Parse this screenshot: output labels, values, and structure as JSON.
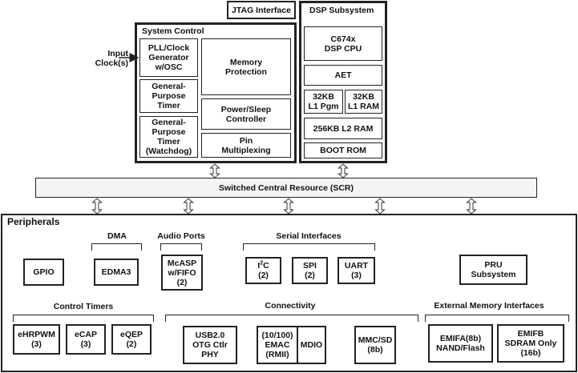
{
  "jtag": "JTAG Interface",
  "system_control": {
    "title": "System Control",
    "pll": "PLL/Clock\nGenerator\nw/OSC",
    "memory_protection": "Memory\nProtection",
    "gp_timer": "General-\nPurpose\nTimer",
    "power_sleep": "Power/Sleep\nController",
    "gp_timer_watchdog": "General-\nPurpose\nTimer\n(Watchdog)",
    "pin_mux": "Pin\nMultiplexing"
  },
  "input_clock": "Input\nClock(s)",
  "dsp": {
    "title": "DSP Subsystem",
    "cpu": "C674x\nDSP CPU",
    "aet": "AET",
    "l1_pgm": "32KB\nL1 Pgm",
    "l1_ram": "32KB\nL1 RAM",
    "l2_ram": "256KB L2 RAM",
    "boot_rom": "BOOT ROM"
  },
  "scr": "Switched Central Resource (SCR)",
  "peripherals": {
    "title": "Peripherals",
    "gpio": "GPIO",
    "dma_title": "DMA",
    "edma3": "EDMA3",
    "audio_title": "Audio Ports",
    "mcasp": "McASP\nw/FIFO\n(2)",
    "serial_title": "Serial Interfaces",
    "i2c_main": "I",
    "i2c_sup": "2",
    "i2c_tail": "C",
    "i2c_count": "(2)",
    "spi": "SPI\n(2)",
    "uart": "UART\n(3)",
    "pru": "PRU\nSubsystem",
    "timers_title": "Control Timers",
    "ehrpwm": "eHRPWM\n(3)",
    "ecap": "eCAP\n(3)",
    "eqep": "eQEP\n(2)",
    "connectivity_title": "Connectivity",
    "usb": "USB2.0\nOTG Ctlr\nPHY",
    "emac": "(10/100)\nEMAC\n(RMII)",
    "mdio": "MDIO",
    "mmc": "MMC/SD\n(8b)",
    "ext_mem_title": "External Memory Interfaces",
    "emifa": "EMIFA(8b)\nNAND/Flash",
    "emifb": "EMIFB\nSDRAM Only\n(16b)"
  }
}
